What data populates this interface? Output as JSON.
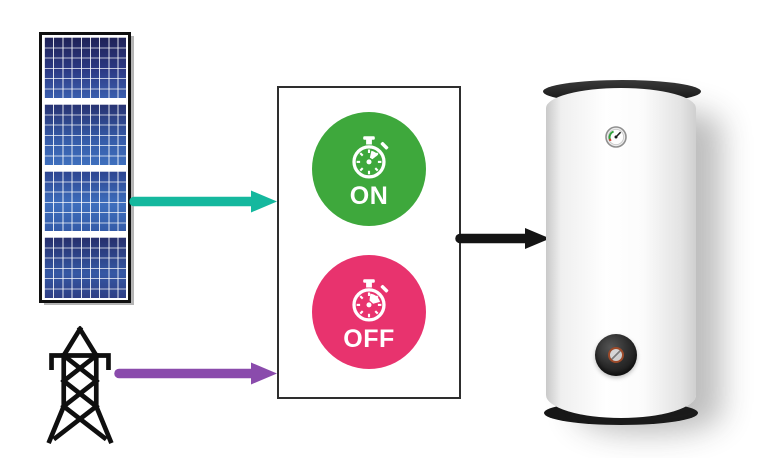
{
  "controller": {
    "border_color": "#2e2e2e",
    "on": {
      "label": "ON",
      "color": "#3ea83c",
      "label_color": "#ffffff",
      "icon": "stopwatch-icon"
    },
    "off": {
      "label": "OFF",
      "color": "#e8336e",
      "label_color": "#ffffff",
      "icon": "stopwatch-icon"
    }
  },
  "arrows": {
    "solar_to_controller": {
      "color": "#15b89e"
    },
    "grid_to_controller": {
      "color": "#8a4bac"
    },
    "controller_to_heater": {
      "color": "#141414"
    }
  },
  "icons": {
    "solar_panel": "solar-panel-icon",
    "transmission_tower": "transmission-tower-icon",
    "water_heater": "water-heater-icon",
    "temperature_gauge": "temperature-gauge-icon",
    "stopwatch": "stopwatch-icon"
  },
  "solar_panel": {
    "modules": 4
  }
}
